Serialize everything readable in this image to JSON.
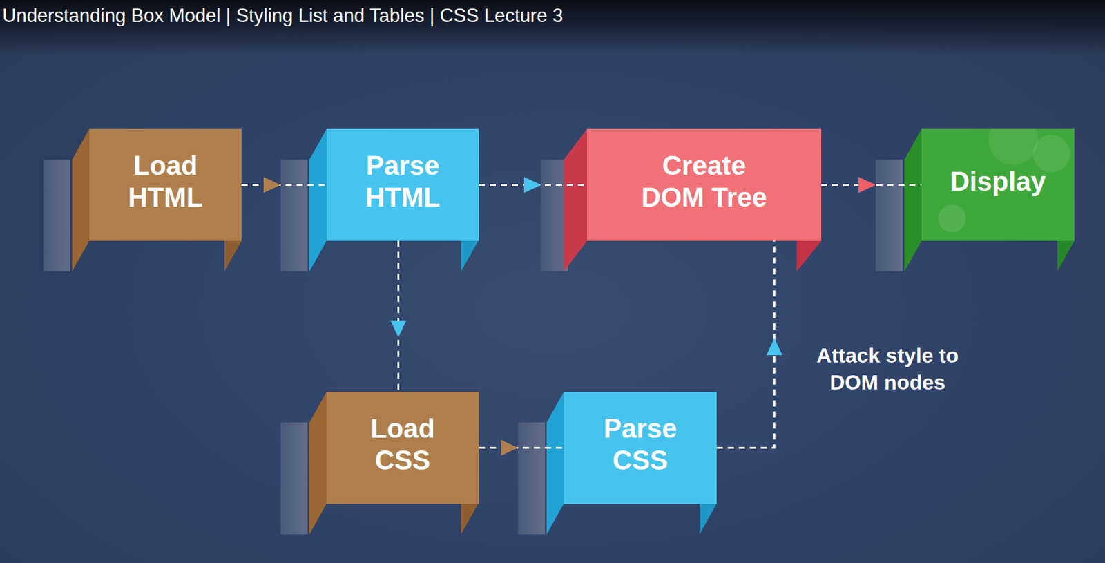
{
  "diagram": {
    "title": "Understanding Box Model | Styling List and Tables | CSS Lecture 3",
    "nodes": [
      {
        "text": [
          "Load HTML"
        ]
      },
      {
        "text": [
          "Parse HTML"
        ]
      },
      {
        "text": [
          "Create DOM Tree"
        ]
      },
      {
        "text": [
          "Display"
        ]
      },
      {
        "text": [
          "Load CSS"
        ]
      },
      {
        "text": [
          "Parse CSS"
        ]
      }
    ],
    "edges": [
      {
        "from": 0,
        "to": 1,
        "arrow": "to"
      },
      {
        "from": 1,
        "to": 2,
        "arrow": "to"
      },
      {
        "from": 2,
        "to": 3,
        "arrow": "to"
      },
      {
        "from": 1,
        "to": 4,
        "arrow": "to"
      },
      {
        "from": 4,
        "to": 5,
        "arrow": "to"
      },
      {
        "from": 5,
        "to": 2,
        "label": "Attack style to DOM nodes",
        "arrow": "to"
      }
    ]
  }
}
